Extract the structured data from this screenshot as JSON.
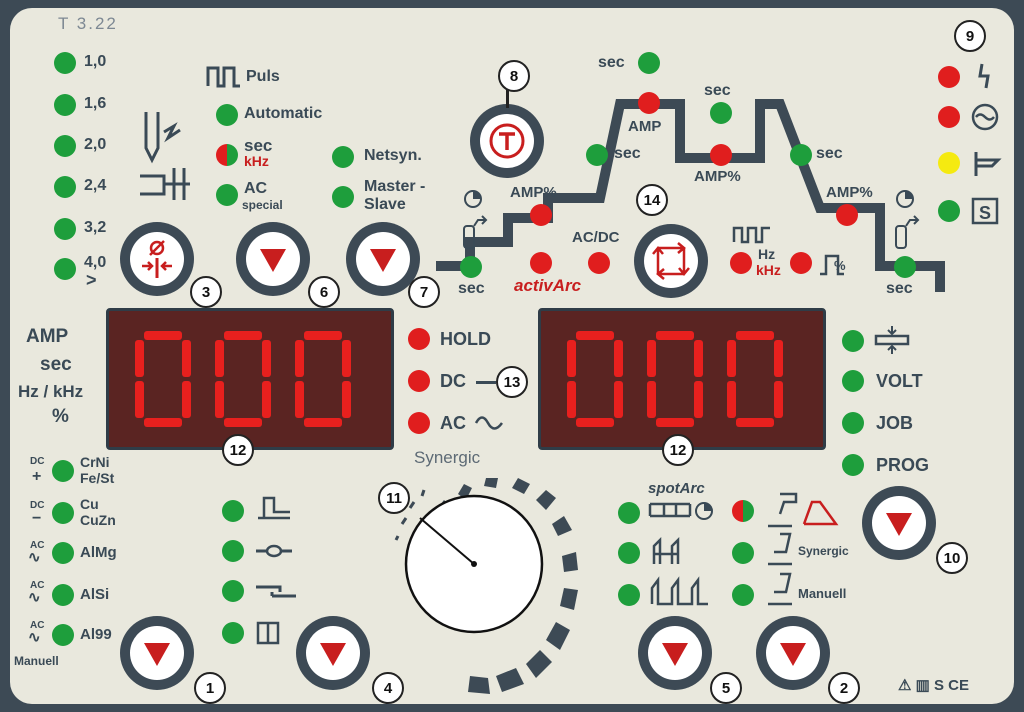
{
  "model": "T 3.22",
  "colors": {
    "panel": "#e9e8dd",
    "frame": "#3d4a55",
    "led_green": "#1e9e3c",
    "led_red": "#e01e1e",
    "led_yellow": "#f5ea10",
    "display_bg": "#5a2422",
    "segment": "#e8201e"
  },
  "diameters": [
    "1,0",
    "1,6",
    "2,0",
    "2,4",
    "3,2",
    "4,0"
  ],
  "diameter_more": ">",
  "ignition": {
    "puls": "Puls",
    "automatic": "Automatic",
    "sec": "sec",
    "khz": "kHz",
    "ac": "AC",
    "special": "special",
    "netsyn": "Netsyn.",
    "master": "Master -",
    "slave": "Slave"
  },
  "sequence": {
    "sec_top": "sec",
    "amp": "AMP",
    "sec_mid": "sec",
    "sec_left": "sec",
    "amp_pct_mid": "AMP%",
    "sec_right": "sec",
    "amp_pct_left": "AMP%",
    "amp_pct_right": "AMP%",
    "acdc": "AC/DC",
    "activarc": "activArc",
    "hz": "Hz",
    "khz": "kHz",
    "sec_start": "sec",
    "sec_end": "sec",
    "pct": "%"
  },
  "left_units": [
    "AMP",
    "sec",
    "Hz / kHz",
    "%"
  ],
  "display_left": "000",
  "display_right": "000",
  "mode_leds": {
    "hold": "HOLD",
    "dc": "DC",
    "ac": "AC"
  },
  "right_leds": {
    "volt": "VOLT",
    "job": "JOB",
    "prog": "PROG"
  },
  "synergic": "Synergic",
  "materials": [
    {
      "pol": "DC",
      "sign": "+",
      "name1": "CrNi",
      "name2": "Fe/St"
    },
    {
      "pol": "DC",
      "sign": "−",
      "name1": "Cu",
      "name2": "CuZn"
    },
    {
      "pol": "AC",
      "sign": "∿",
      "name1": "AlMg",
      "name2": ""
    },
    {
      "pol": "AC",
      "sign": "∿",
      "name1": "AlSi",
      "name2": ""
    },
    {
      "pol": "AC",
      "sign": "∿",
      "name1": "Al99",
      "name2": ""
    }
  ],
  "manuell_left": "Manuell",
  "spotarc": "spotArc",
  "torch_modes": {
    "synergic": "Synergic",
    "manuell": "Manuell"
  },
  "numbers": {
    "n1": "1",
    "n2": "2",
    "n3": "3",
    "n4": "4",
    "n5": "5",
    "n6": "6",
    "n7": "7",
    "n8": "8",
    "n9": "9",
    "n10": "10",
    "n11": "11",
    "n12a": "12",
    "n12b": "12",
    "n13": "13",
    "n14": "14"
  },
  "icons": [
    "power-icon",
    "torch-spark-icon",
    "cooling-icon",
    "error-icon",
    "s-mark-icon",
    "gas-valve-icon",
    "clock-icon",
    "hf-ignition-icon",
    "ce-mark-icon"
  ],
  "cert": "⚠ ▥ S CE"
}
